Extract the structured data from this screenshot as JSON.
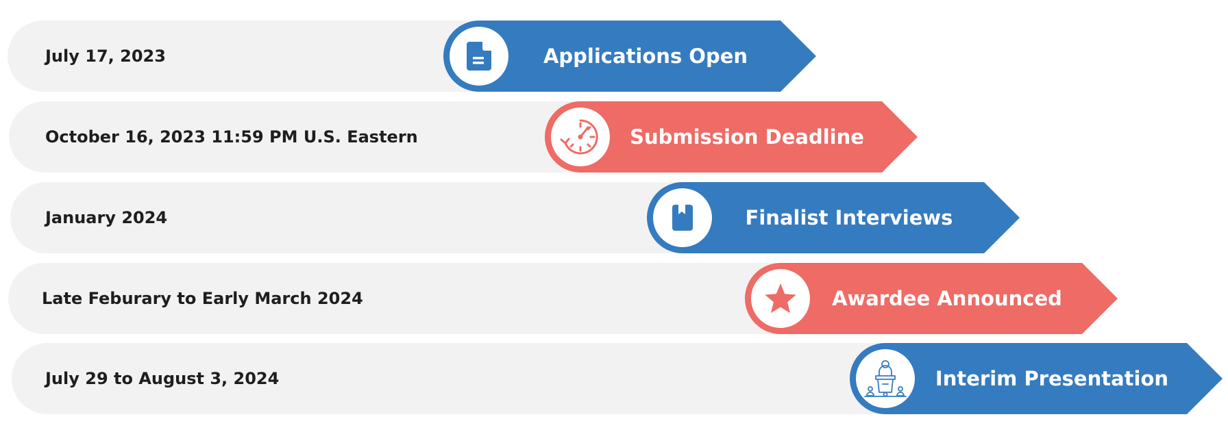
{
  "colors": {
    "blue": "#357bbf",
    "coral": "#ee6b66",
    "track": "#f2f2f2",
    "date_text": "#1e1e1e"
  },
  "milestones": [
    {
      "date": "July 17, 2023",
      "label": "Applications Open",
      "color": "blue",
      "icon": "document-icon"
    },
    {
      "date": "October 16, 2023 11:59 PM U.S. Eastern",
      "label": "Submission Deadline",
      "color": "coral",
      "icon": "stopwatch-icon"
    },
    {
      "date": "January 2024",
      "label": "Finalist Interviews",
      "color": "blue",
      "icon": "bookmark-book-icon"
    },
    {
      "date": "Late Feburary to Early March 2024",
      "label": "Awardee Announced",
      "color": "coral",
      "icon": "star-icon"
    },
    {
      "date": "July 29 to August 3, 2024",
      "label": "Interim Presentation",
      "color": "blue",
      "icon": "presentation-podium-icon"
    }
  ]
}
